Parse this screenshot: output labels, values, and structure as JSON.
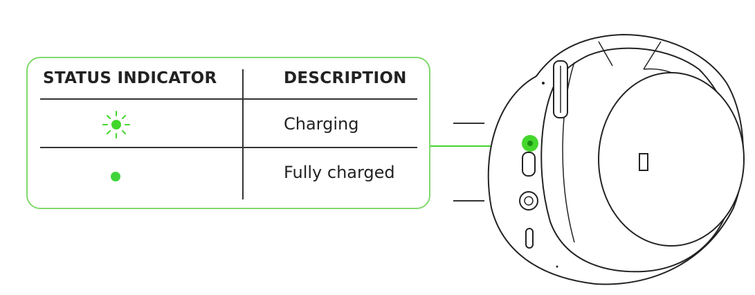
{
  "table": {
    "header_status": "STATUS INDICATOR",
    "header_description": "DESCRIPTION",
    "rows": [
      {
        "indicator": "blinking-green-led-icon",
        "description": "Charging"
      },
      {
        "indicator": "solid-green-led-icon",
        "description": "Fully charged"
      }
    ]
  },
  "colors": {
    "accent": "#44D62C",
    "border": "#7FD96B",
    "line": "#333333"
  }
}
